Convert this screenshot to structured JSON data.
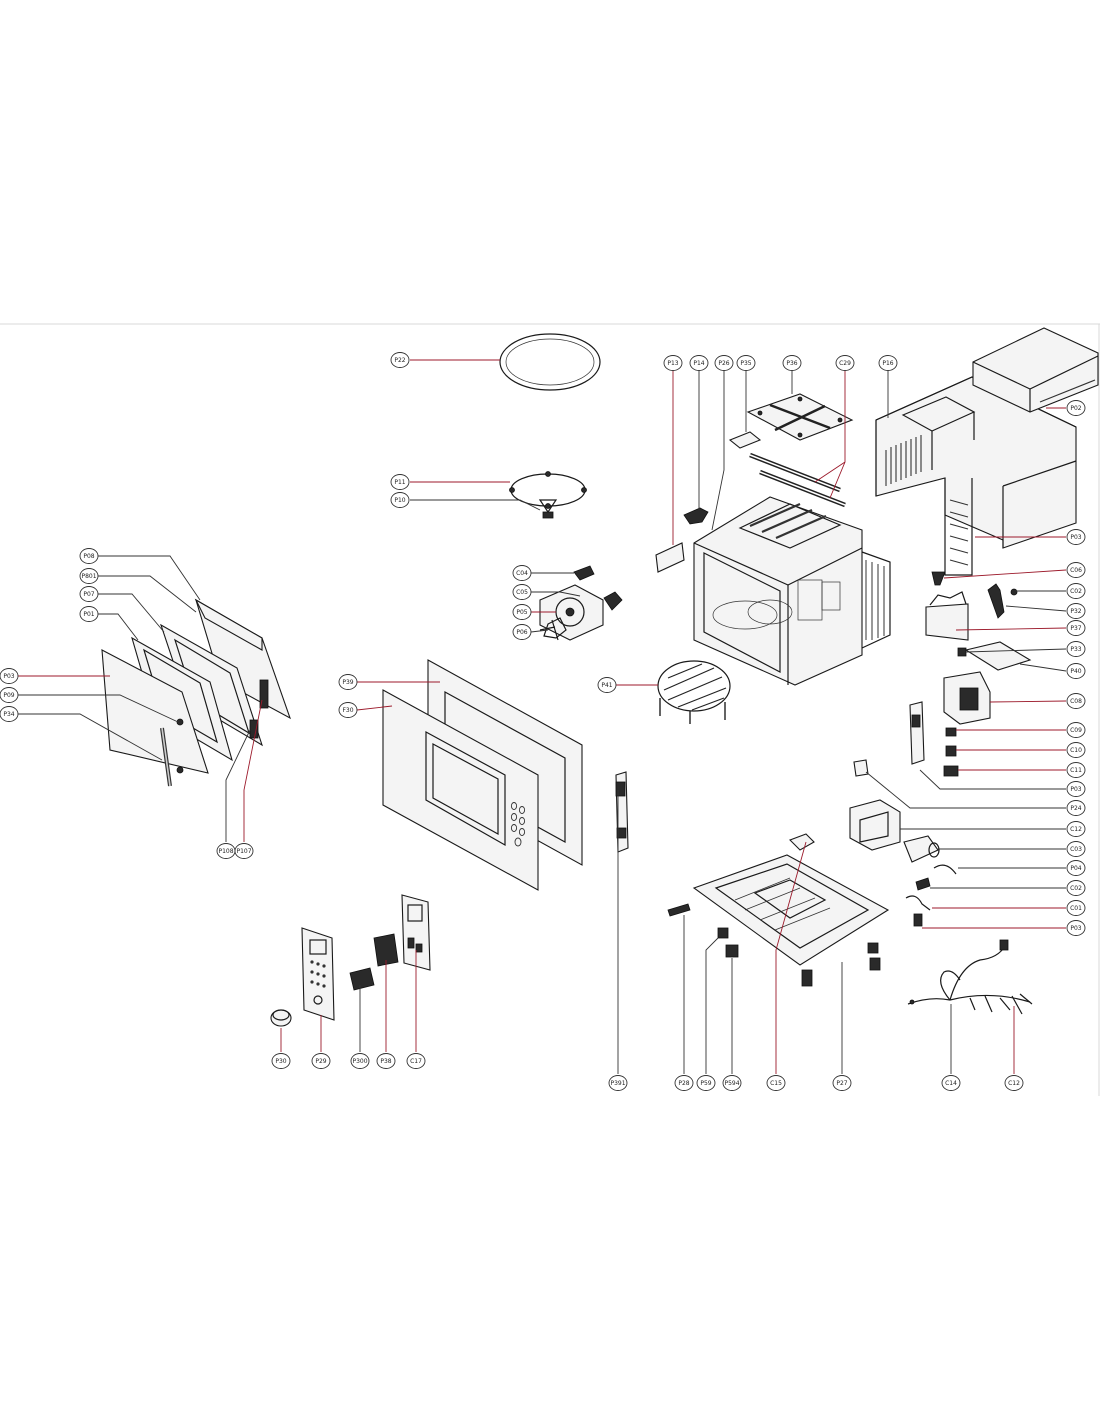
{
  "diagram": {
    "accent_line_color": "#9c1a2b",
    "label_stroke_color": "#333333",
    "labels": [
      {
        "id": "P22",
        "text": "P22"
      },
      {
        "id": "P11",
        "text": "P11"
      },
      {
        "id": "P10",
        "text": "P10"
      },
      {
        "id": "P13",
        "text": "P13"
      },
      {
        "id": "P14",
        "text": "P14"
      },
      {
        "id": "P26",
        "text": "P26"
      },
      {
        "id": "P35",
        "text": "P35"
      },
      {
        "id": "P36",
        "text": "P36"
      },
      {
        "id": "C29",
        "text": "C29"
      },
      {
        "id": "P16",
        "text": "P16"
      },
      {
        "id": "P02-top",
        "text": "P02"
      },
      {
        "id": "P03-right",
        "text": "P03"
      },
      {
        "id": "C06",
        "text": "C06"
      },
      {
        "id": "C02-right",
        "text": "C02"
      },
      {
        "id": "P32",
        "text": "P32"
      },
      {
        "id": "P37",
        "text": "P37"
      },
      {
        "id": "P33",
        "text": "P33"
      },
      {
        "id": "P40",
        "text": "P40"
      },
      {
        "id": "C08",
        "text": "C08"
      },
      {
        "id": "C09",
        "text": "C09"
      },
      {
        "id": "C10",
        "text": "C10"
      },
      {
        "id": "C11",
        "text": "C11"
      },
      {
        "id": "P03-mid",
        "text": "P03"
      },
      {
        "id": "P24",
        "text": "P24"
      },
      {
        "id": "C12-right",
        "text": "C12"
      },
      {
        "id": "C03",
        "text": "C03"
      },
      {
        "id": "P04",
        "text": "P04"
      },
      {
        "id": "C02-lower",
        "text": "C02"
      },
      {
        "id": "C01",
        "text": "C01"
      },
      {
        "id": "P03-low",
        "text": "P03"
      },
      {
        "id": "C04",
        "text": "C04"
      },
      {
        "id": "C05",
        "text": "C05"
      },
      {
        "id": "P05",
        "text": "P05"
      },
      {
        "id": "P06",
        "text": "P06"
      },
      {
        "id": "P41",
        "text": "P41"
      },
      {
        "id": "P08",
        "text": "P08"
      },
      {
        "id": "P801",
        "text": "P801"
      },
      {
        "id": "P07",
        "text": "P07"
      },
      {
        "id": "P01",
        "text": "P01"
      },
      {
        "id": "P03-left",
        "text": "P03"
      },
      {
        "id": "P09",
        "text": "P09"
      },
      {
        "id": "P34",
        "text": "P34"
      },
      {
        "id": "P108",
        "text": "P108"
      },
      {
        "id": "P107",
        "text": "P107"
      },
      {
        "id": "P39",
        "text": "P39"
      },
      {
        "id": "F30",
        "text": "F30"
      },
      {
        "id": "P391",
        "text": "P391"
      },
      {
        "id": "P30-b",
        "text": "P30"
      },
      {
        "id": "P29",
        "text": "P29"
      },
      {
        "id": "P300",
        "text": "P300"
      },
      {
        "id": "P38",
        "text": "P38"
      },
      {
        "id": "C17",
        "text": "C17"
      },
      {
        "id": "P28",
        "text": "P28"
      },
      {
        "id": "P59",
        "text": "P59"
      },
      {
        "id": "P594",
        "text": "P594"
      },
      {
        "id": "C15",
        "text": "C15"
      },
      {
        "id": "P27",
        "text": "P27"
      },
      {
        "id": "C14",
        "text": "C14"
      },
      {
        "id": "C12-bottom",
        "text": "C12"
      }
    ]
  }
}
